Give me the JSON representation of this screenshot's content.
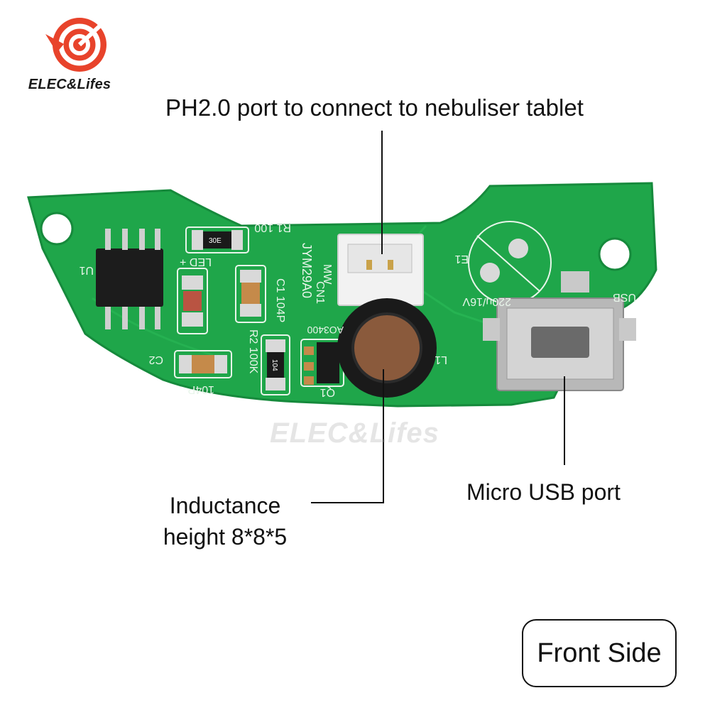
{
  "brand": {
    "name": "ELEC&Lifes",
    "watermark": "ELEC&Lifes",
    "accent": "#e8432b"
  },
  "callouts": {
    "ph20_port": "PH2.0 port to connect to nebuliser tablet",
    "micro_usb": "Micro USB port",
    "inductance_line1": "Inductance",
    "inductance_line2": "height 8*8*5"
  },
  "badge": {
    "label": "Front Side"
  },
  "silkscreen": {
    "u1": "U1",
    "r1": "R1 100",
    "led": "LED +",
    "c1": "C1 104P",
    "board_id": "JYM29A0",
    "cn1": "CN1",
    "mw": "MW",
    "e1": "E1",
    "cap_value": "220u/16V",
    "usb": "USB",
    "c2": "C2",
    "c2_value": "104P",
    "r2": "R2 100K",
    "q1": "Q1",
    "l1": "L1",
    "ao3400": "AO3400",
    "r1_code": "30E",
    "r2_code": "104"
  },
  "colors": {
    "pcb": "#1fa64a",
    "pcb_dark": "#168a3c",
    "pad": "#d9d9d9",
    "chip": "#1c1c1c"
  }
}
